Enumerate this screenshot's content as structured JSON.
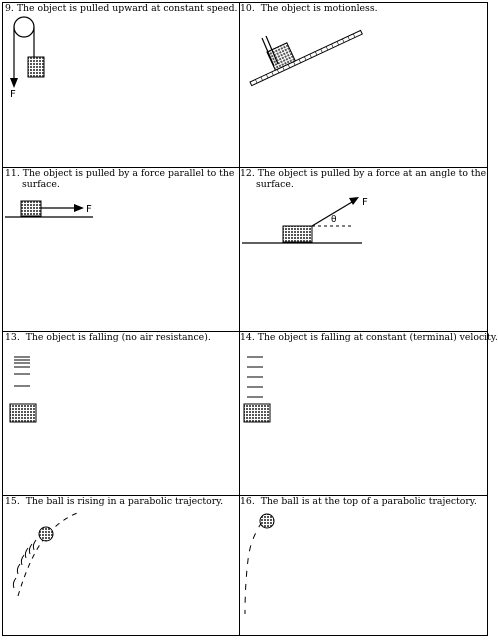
{
  "cells": [
    {
      "caption": "9. The object is pulled upward at constant speed.",
      "force_label": "F"
    },
    {
      "caption": "10.  The object is motionless."
    },
    {
      "caption_line1": "11. The object is pulled by a force parallel to the",
      "caption_line2": "surface.",
      "force_label": "F"
    },
    {
      "caption_line1": "12. The object is pulled by a force at an angle to the",
      "caption_line2": "surface.",
      "force_label": "F",
      "angle_label": "θ"
    },
    {
      "caption": "13.  The object is falling (no air resistance)."
    },
    {
      "caption": "14. The object is falling at constant (terminal) velocity."
    },
    {
      "caption": "15.  The ball is rising in a parabolic trajectory."
    },
    {
      "caption": "16.  The ball is at the top of a parabolic trajectory."
    }
  ],
  "colors": {
    "line": "#000000",
    "hatch_fill": "#7a7a7a",
    "background": "#ffffff"
  }
}
